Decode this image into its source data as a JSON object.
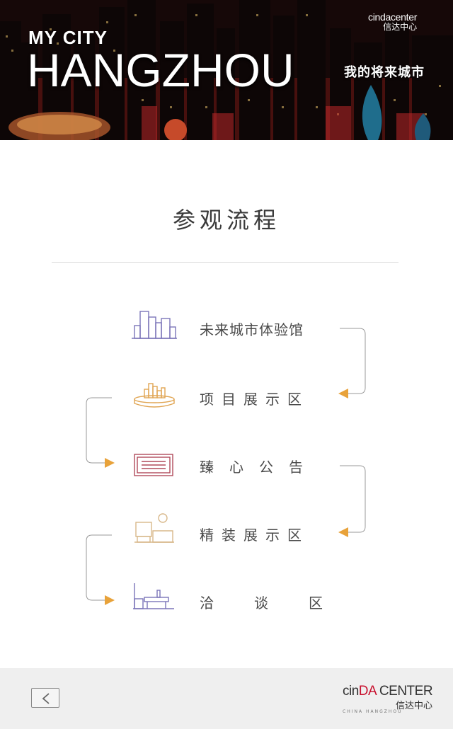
{
  "banner": {
    "title_small": "MY CITY",
    "title_big": "HANGZHOU",
    "tagline": "我的将来城市",
    "brand_en": "cindacenter",
    "brand_zh": "信达中心"
  },
  "page": {
    "title": "参观流程"
  },
  "steps": [
    {
      "label": "未来城市体验馆",
      "icon": "city-buildings-icon",
      "color": "#7b74b8"
    },
    {
      "label": "项目展示区",
      "icon": "sand-table-model-icon",
      "color": "#e0a553"
    },
    {
      "label": "臻心公告",
      "icon": "notice-board-icon",
      "color": "#b14a5a"
    },
    {
      "label": "精装展示区",
      "icon": "furnished-room-icon",
      "color": "#d8b88a"
    },
    {
      "label": "洽谈区",
      "icon": "negotiation-desk-icon",
      "color": "#7b74b8"
    }
  ],
  "flow": {
    "arrow_color": "#e8a23a",
    "line_color": "#9a9a9a"
  },
  "footer": {
    "back_icon": "chevron-left-icon",
    "brand_en_pre": "cin",
    "brand_en_accent": "DA",
    "brand_en_post": " CENTER",
    "brand_zh": "信达中心",
    "brand_sub": "CHINA HANGZHOU"
  }
}
